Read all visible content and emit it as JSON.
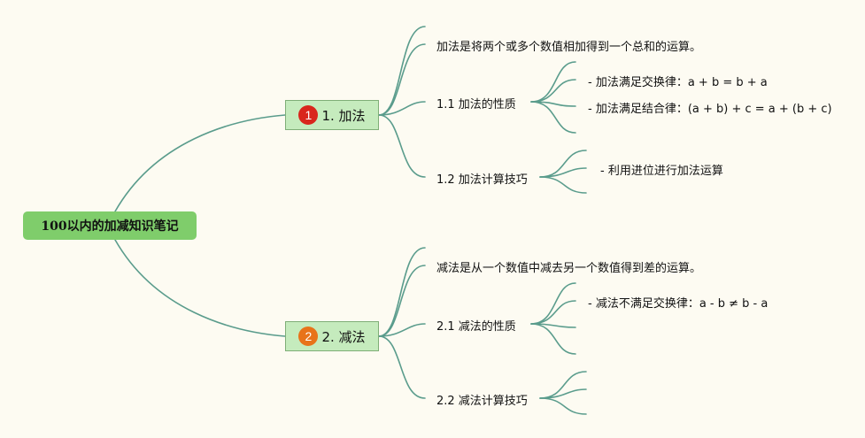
{
  "root": {
    "label": "100以内的加减知识笔记"
  },
  "topics": [
    {
      "badge": "1",
      "badge_color": "#d9261c",
      "label": "1. 加法",
      "definition": "加法是将两个或多个数值相加得到一个总和的运算。",
      "subtopics": [
        {
          "label": "1.1 加法的性质",
          "notes": [
            "- 加法满足交换律：a + b = b + a",
            "- 加法满足结合律：(a + b) + c = a + (b + c)"
          ]
        },
        {
          "label": "1.2 加法计算技巧",
          "notes": [
            "- 利用进位进行加法运算"
          ]
        }
      ]
    },
    {
      "badge": "2",
      "badge_color": "#e8731a",
      "label": "2. 减法",
      "definition": "减法是从一个数值中减去另一个数值得到差的运算。",
      "subtopics": [
        {
          "label": "2.1 减法的性质",
          "notes": [
            "- 减法不满足交换律：a - b ≠ b - a"
          ]
        },
        {
          "label": "2.2 减法计算技巧",
          "notes": []
        }
      ]
    }
  ],
  "colors": {
    "branch": "#5a9c8c",
    "background": "#fdfbf2"
  }
}
